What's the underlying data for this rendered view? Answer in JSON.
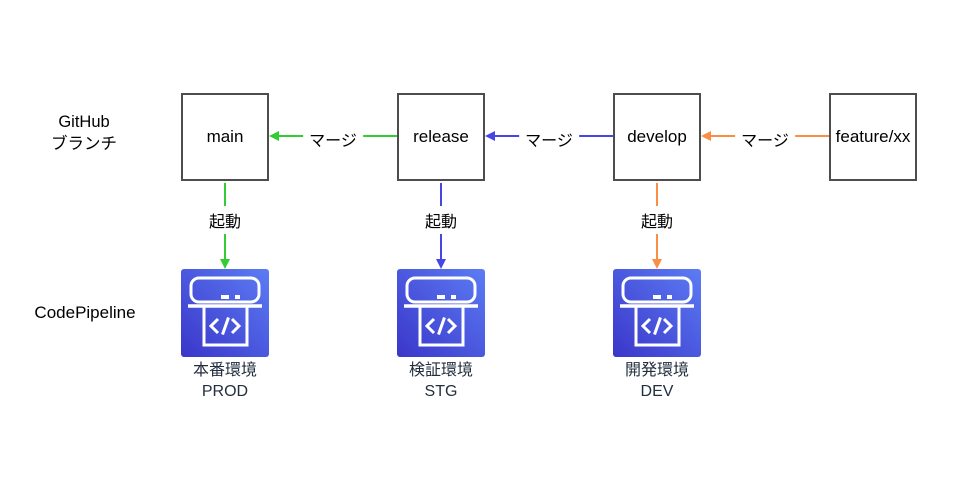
{
  "side_labels": {
    "github_line1": "GitHub",
    "github_line2": "ブランチ",
    "codepipeline": "CodePipeline"
  },
  "branches": [
    {
      "label": "main"
    },
    {
      "label": "release"
    },
    {
      "label": "develop"
    },
    {
      "label": "feature/xx"
    }
  ],
  "merge_arrows": [
    {
      "label": "マージ",
      "from": "release",
      "to": "main",
      "color": "#33cc33"
    },
    {
      "label": "マージ",
      "from": "develop",
      "to": "release",
      "color": "#4646e6"
    },
    {
      "label": "マージ",
      "from": "feature/xx",
      "to": "develop",
      "color": "#f98e44"
    }
  ],
  "trigger_arrows": [
    {
      "label": "起動",
      "from": "main",
      "to": "PROD",
      "color": "#33cc33"
    },
    {
      "label": "起動",
      "from": "release",
      "to": "STG",
      "color": "#4646e6"
    },
    {
      "label": "起動",
      "from": "develop",
      "to": "DEV",
      "color": "#f98e44"
    }
  ],
  "environments": [
    {
      "name_ja": "本番環境",
      "code": "PROD"
    },
    {
      "name_ja": "検証環境",
      "code": "STG"
    },
    {
      "name_ja": "開発環境",
      "code": "DEV"
    }
  ],
  "icons": {
    "codepipeline": {
      "name": "aws-codepipeline-icon",
      "glyph": "</>",
      "gradient_start": "#3a36c9",
      "gradient_end": "#5c7cf4",
      "stroke": "#ffffff"
    }
  }
}
